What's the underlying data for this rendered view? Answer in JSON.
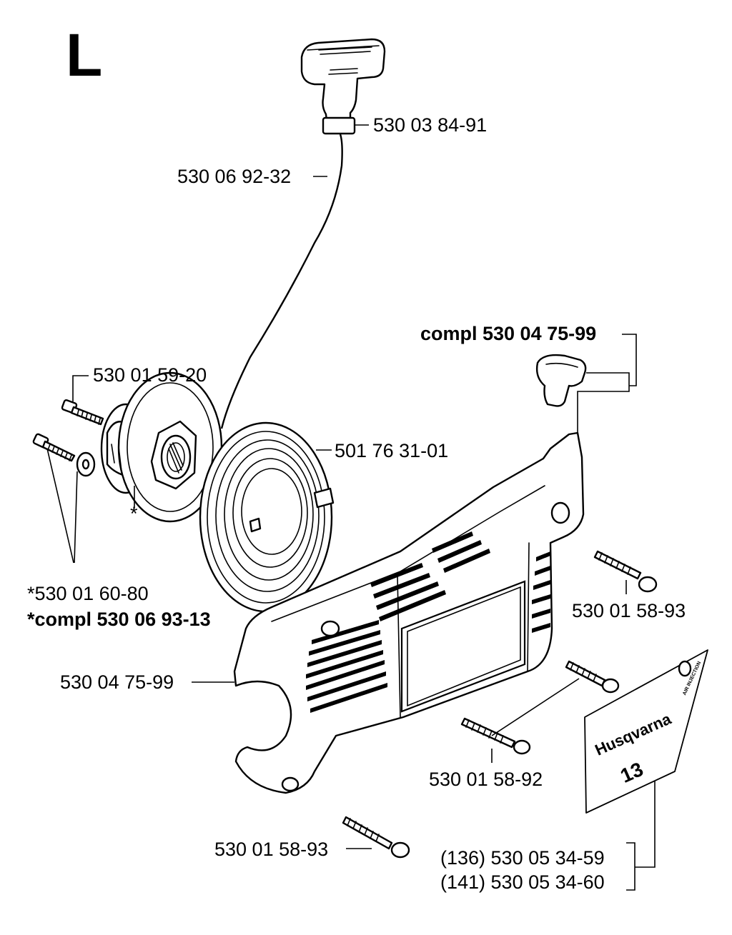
{
  "section_letter": "L",
  "callouts": {
    "handle": "530 03 84-91",
    "cord": "530 06 92-32",
    "kit_top": "compl 530 04 75-99",
    "pulley_screw": "530 01 59-20",
    "spring": "501 76 31-01",
    "asterisk_mark": "*",
    "screw_washer": "*530 01 60-80",
    "kit_bottom": "*compl 530 06 93-13",
    "screw_right": "530 01 58-93",
    "cover": "530 04 75-99",
    "screw_middle": "530 01 58-92",
    "screw_bottom": "530 01 58-93",
    "decal_1": "(136) 530 05 34-59",
    "decal_2": "(141) 530 05 34-60"
  },
  "decal": {
    "brand": "Husqvarna",
    "model": "13",
    "badge": "AIR INJECTION"
  }
}
